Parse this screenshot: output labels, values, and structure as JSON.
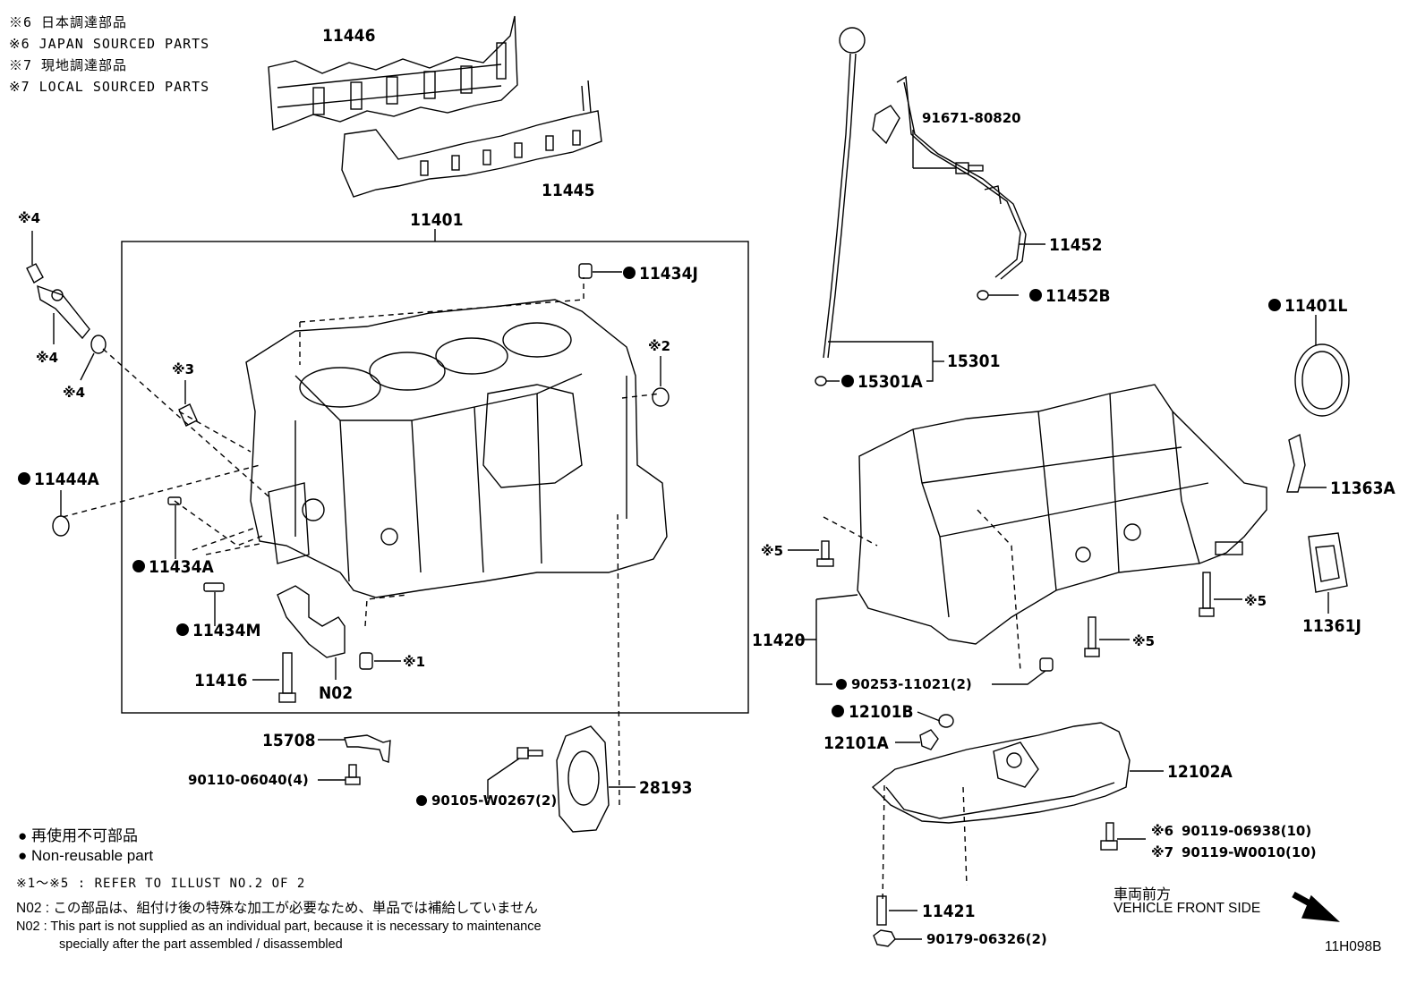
{
  "notes": {
    "n6_jp": "※6 日本調達部品",
    "n6_en": "※6 JAPAN SOURCED PARTS",
    "n7_jp": "※7 現地調達部品",
    "n7_en": "※7 LOCAL SOURCED PARTS"
  },
  "parts": {
    "p11446": "11446",
    "p11445": "11445",
    "p11401": "11401",
    "p11434J": "11434J",
    "p91671": "91671-80820",
    "p11452": "11452",
    "p11452B": "11452B",
    "p11401L": "11401L",
    "p15301": "15301",
    "p15301A": "15301A",
    "p11444A": "11444A",
    "p11434A": "11434A",
    "p11434M": "11434M",
    "p11416": "11416",
    "pN02": "N02",
    "p11363A": "11363A",
    "p11361J": "11361J",
    "p11420": "11420",
    "p90253": "90253-11021(2)",
    "p12101B": "12101B",
    "p12101A": "12101A",
    "p12102A": "12102A",
    "p15708": "15708",
    "p90110": "90110-06040(4)",
    "p90105": "90105-W0267(2)",
    "p28193": "28193",
    "p90119a": "90119-06938(10)",
    "p90119b": "90119-W0010(10)",
    "p11421": "11421",
    "p90179": "90179-06326(2)"
  },
  "refs": {
    "r1": "※1",
    "r2": "※2",
    "r3": "※3",
    "r4": "※4",
    "r5": "※5",
    "r6": "※6",
    "r7": "※7"
  },
  "legend": {
    "jp": "再使用不可部品",
    "en": "Non-reusable part",
    "refer": "※1～※5 : REFER TO ILLUST NO.2 OF 2",
    "n02_jp": "N02 : この部品は、組付け後の特殊な加工が必要なため、単品では補給していません",
    "n02_en1": "N02 : This part is not supplied as an individual part, because it is necessary to maintenance",
    "n02_en2": "specially after the part assembled / disassembled"
  },
  "front": {
    "jp": "車両前方",
    "en": "VEHICLE FRONT SIDE"
  },
  "illust_code": "11H098B"
}
